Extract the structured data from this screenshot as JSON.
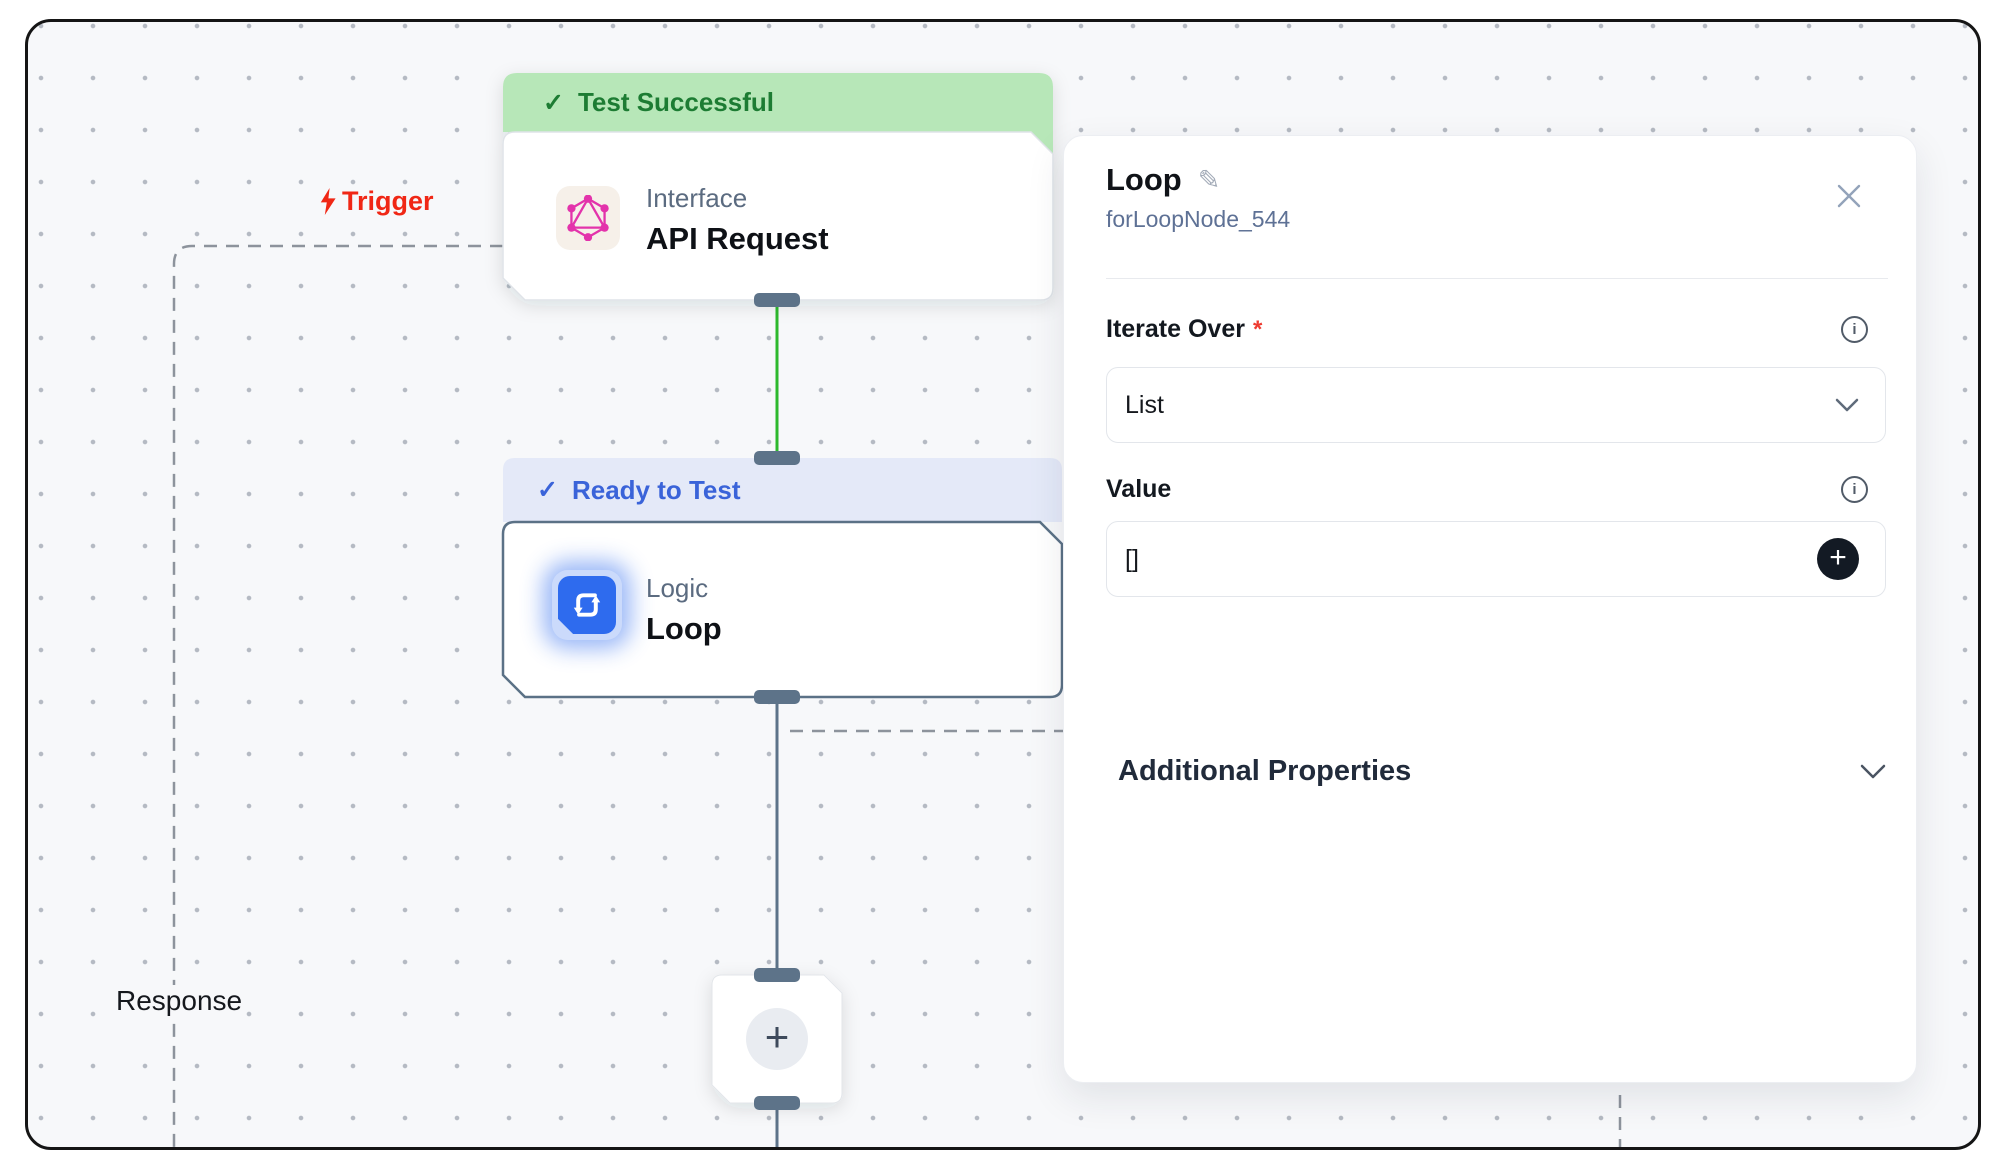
{
  "glyphs": {
    "check": "✓",
    "plus": "+",
    "pencil": "✎",
    "info": "i"
  },
  "canvas": {
    "trigger_label": "Trigger",
    "response_label": "Response",
    "nodes": {
      "api_request": {
        "status": "Test Successful",
        "category": "Interface",
        "title": "API Request"
      },
      "loop": {
        "status": "Ready to Test",
        "category": "Logic",
        "title": "Loop"
      }
    }
  },
  "panel": {
    "title": "Loop",
    "node_id": "forLoopNode_544",
    "fields": {
      "iterate_over": {
        "label": "Iterate Over",
        "required_marker": "*",
        "value": "List"
      },
      "value": {
        "label": "Value",
        "value": "[]"
      }
    },
    "additional_properties_label": "Additional Properties"
  },
  "colors": {
    "canvas_bg": "#f7f8fa",
    "frame": "#151515",
    "success_banner_bg": "#b7e7b8",
    "success_text": "#1d7c33",
    "success_edge": "#2db92d",
    "ready_banner_bg": "#e4e9f8",
    "ready_text": "#3a63d9",
    "node_border_slate": "#5b7186",
    "handle_slate": "#5d7389",
    "trigger_red": "#f02715",
    "loop_icon_blue": "#2e6bee",
    "graphql_pink": "#e333ab",
    "black_button": "#131a24"
  }
}
